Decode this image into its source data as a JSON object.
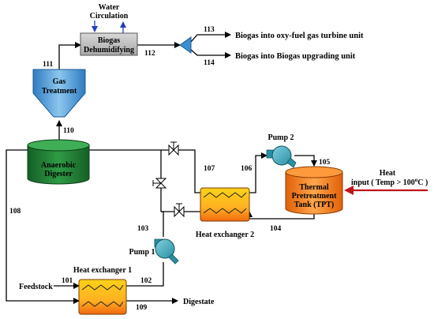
{
  "units": {
    "water_circulation_line1": "Water",
    "water_circulation_line2": "Circulation",
    "dehumidifying_line1": "Biogas",
    "dehumidifying_line2": "Dehumidifying",
    "gas_treatment_line1": "Gas",
    "gas_treatment_line2": "Treatment",
    "digester_line1": "Anaerobic",
    "digester_line2": "Digester",
    "tpt_line1": "Thermal",
    "tpt_line2": "Pretreatment",
    "tpt_line3": "Tank (TPT)",
    "pump1": "Pump 1",
    "pump2": "Pump 2",
    "hx1": "Heat exchanger 1",
    "hx2": "Heat exchanger 2",
    "heat_line1": "Heat",
    "heat_line2": "input ( Temp > 100",
    "heat_deg": "o",
    "heat_line2_end": "C )"
  },
  "outputs": {
    "oxyfuel": "Biogas into oxy-fuel  gas turbine unit",
    "upgrading": "Biogas into Biogas upgrading unit",
    "feedstock": "Feedstock",
    "digestate": "Digestate"
  },
  "streams": {
    "s101": "101",
    "s102": "102",
    "s103": "103",
    "s104": "104",
    "s105": "105",
    "s106": "106",
    "s107": "107",
    "s108": "108",
    "s109": "109",
    "s110": "110",
    "s111": "111",
    "s112": "112",
    "s113": "113",
    "s114": "114"
  },
  "colors": {
    "digester": "#1e7b32",
    "gas_treatment": "#4a9ad6",
    "splitter": "#3b8ed0",
    "pump": "#3aa5b8",
    "tpt": "#f07a10",
    "heat_arrow": "#c0141b",
    "water_arrow": "#2040c0"
  }
}
